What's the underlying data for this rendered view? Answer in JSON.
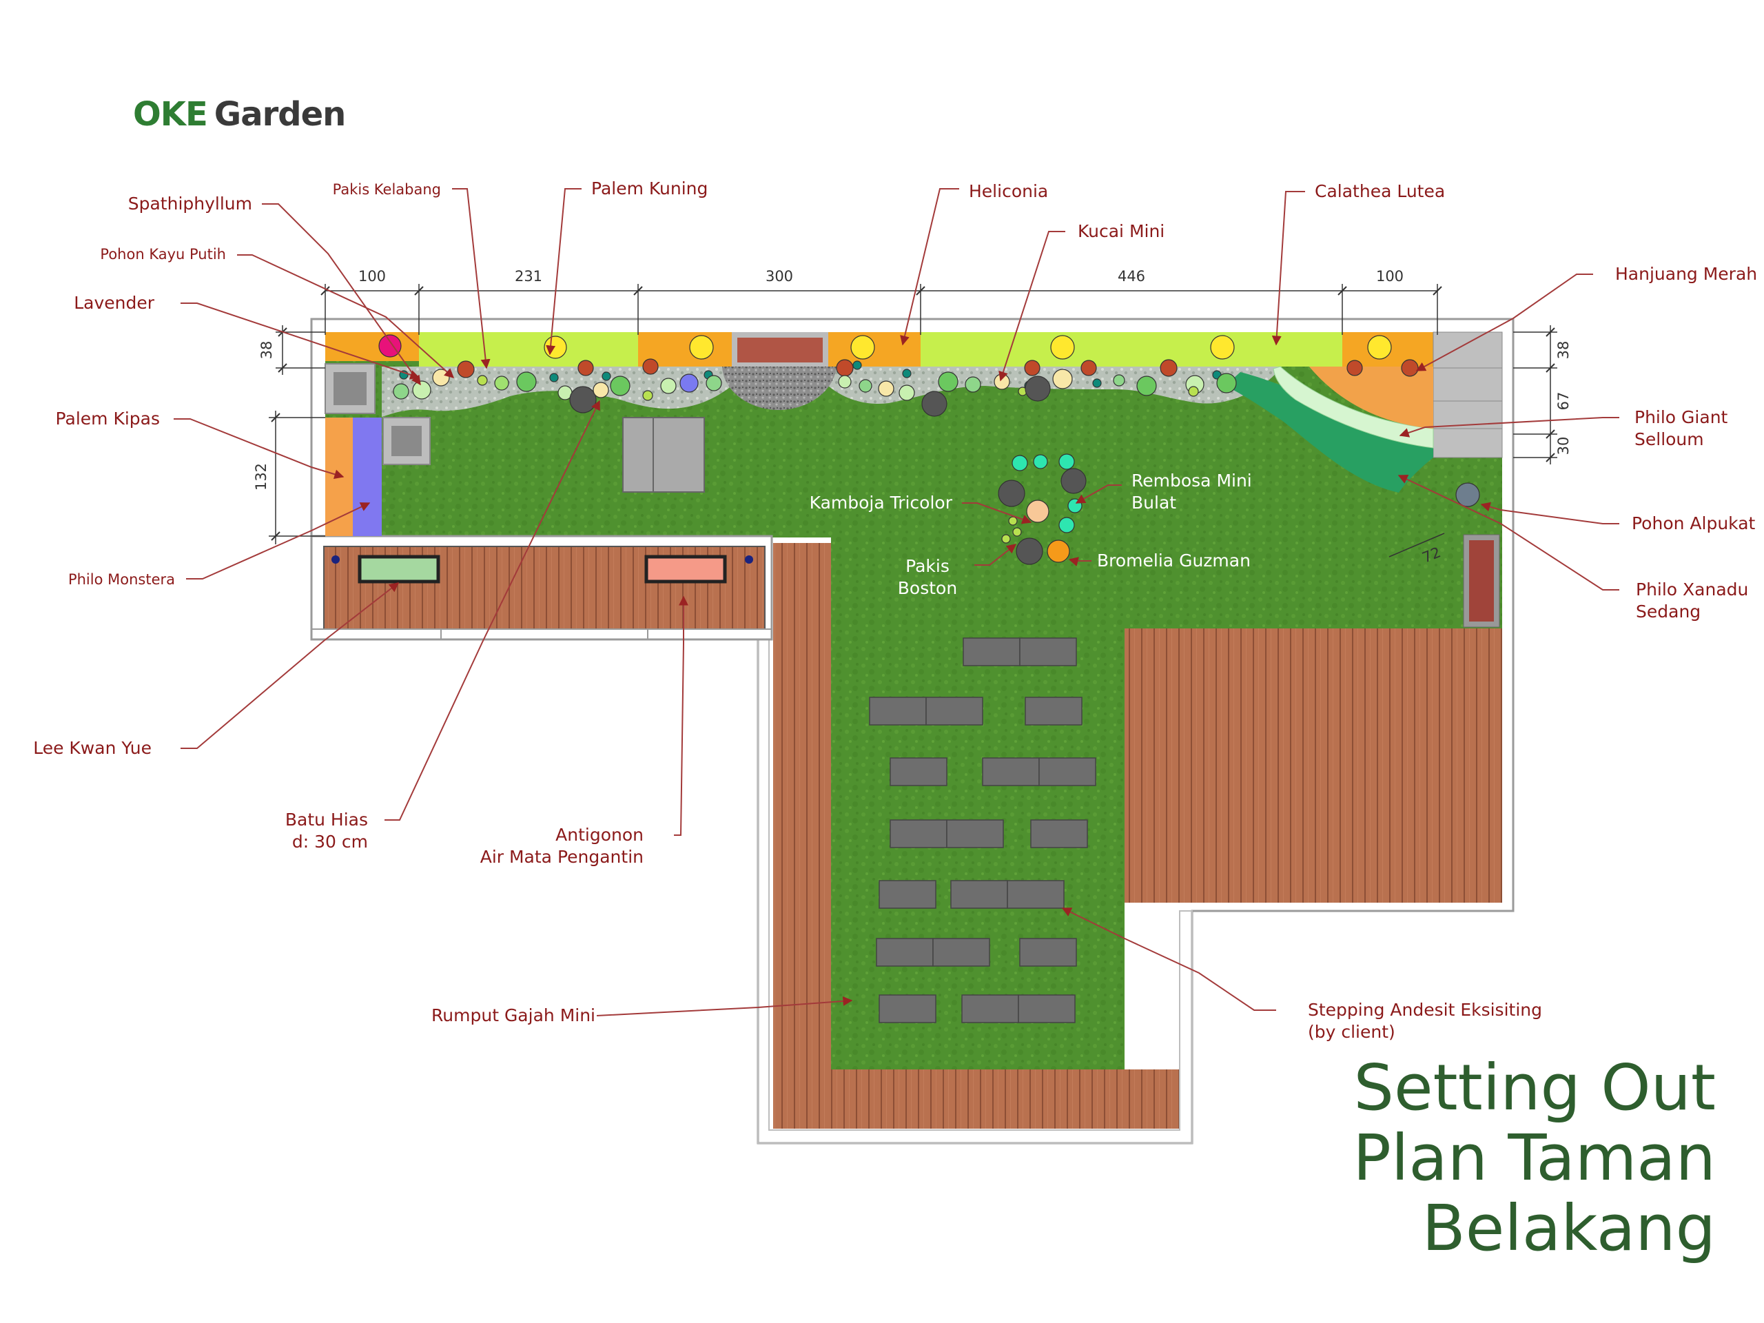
{
  "brand": {
    "name_part1": "OKE",
    "name_part2": "Garden"
  },
  "title": {
    "line1": "Setting Out",
    "line2": "Plan Taman",
    "line3": "Belakang"
  },
  "colors": {
    "grass": "#4e8f2e",
    "grass_light": "#63a83a",
    "deck": "#b8714f",
    "deck_line": "#8c4f36",
    "label": "#8b1a1a",
    "leader": "#a33a3a",
    "title": "#2e5e2e",
    "stone": "#8c8c8c",
    "lime_bed": "#c8f050",
    "orange_bed": "#f5a623"
  },
  "dimensions": {
    "top": [
      "100",
      "231",
      "300",
      "446",
      "100"
    ],
    "left": [
      "38",
      "132"
    ],
    "right": [
      "38",
      "67",
      "30"
    ],
    "diagonal": "72"
  },
  "labels": [
    {
      "id": "spathiphyllum",
      "text": [
        "Spathiphyllum"
      ],
      "anchor": "end"
    },
    {
      "id": "pakis-kelabang",
      "text": [
        "Pakis Kelabang"
      ],
      "anchor": "end"
    },
    {
      "id": "palem-kuning",
      "text": [
        "Palem Kuning"
      ],
      "anchor": "start"
    },
    {
      "id": "heliconia",
      "text": [
        "Heliconia"
      ],
      "anchor": "start"
    },
    {
      "id": "kucai-mini",
      "text": [
        "Kucai Mini"
      ],
      "anchor": "start"
    },
    {
      "id": "calathea-lutea",
      "text": [
        "Calathea Lutea"
      ],
      "anchor": "start"
    },
    {
      "id": "pohon-kayu-putih",
      "text": [
        "Pohon Kayu Putih"
      ],
      "anchor": "end"
    },
    {
      "id": "hanjuang-merah",
      "text": [
        "Hanjuang Merah"
      ],
      "anchor": "start"
    },
    {
      "id": "lavender",
      "text": [
        "Lavender"
      ],
      "anchor": "end"
    },
    {
      "id": "palem-kipas",
      "text": [
        "Palem Kipas"
      ],
      "anchor": "end"
    },
    {
      "id": "philo-giant-selloum",
      "text": [
        "Philo Giant",
        "Selloum"
      ],
      "anchor": "start"
    },
    {
      "id": "pohon-alpukat",
      "text": [
        "Pohon Alpukat"
      ],
      "anchor": "start"
    },
    {
      "id": "philo-xanadu-sedang",
      "text": [
        "Philo Xanadu",
        "Sedang"
      ],
      "anchor": "start"
    },
    {
      "id": "philo-monstera",
      "text": [
        "Philo Monstera"
      ],
      "anchor": "end"
    },
    {
      "id": "lee-kwan-yue",
      "text": [
        "Lee Kwan Yue"
      ],
      "anchor": "end"
    },
    {
      "id": "batu-hias",
      "text": [
        "Batu Hias",
        "d: 30 cm"
      ],
      "anchor": "end"
    },
    {
      "id": "antigonon",
      "text": [
        "Antigonon",
        "Air Mata Pengantin"
      ],
      "anchor": "end"
    },
    {
      "id": "rumput-gajah-mini",
      "text": [
        "Rumput Gajah Mini"
      ],
      "anchor": "end"
    },
    {
      "id": "stepping-andesit",
      "text": [
        "Stepping Andesit Eksisiting",
        "(by client)"
      ],
      "anchor": "start"
    },
    {
      "id": "rembosa-mini-bulat",
      "text": [
        "Rembosa Mini",
        "Bulat"
      ],
      "anchor": "start"
    },
    {
      "id": "kamboja-tricolor",
      "text": [
        "Kamboja Tricolor"
      ],
      "anchor": "end"
    },
    {
      "id": "pakis-boston",
      "text": [
        "Pakis",
        "Boston"
      ],
      "anchor": "middle"
    },
    {
      "id": "bromelia-guzman",
      "text": [
        "Bromelia Guzman"
      ],
      "anchor": "start"
    }
  ]
}
